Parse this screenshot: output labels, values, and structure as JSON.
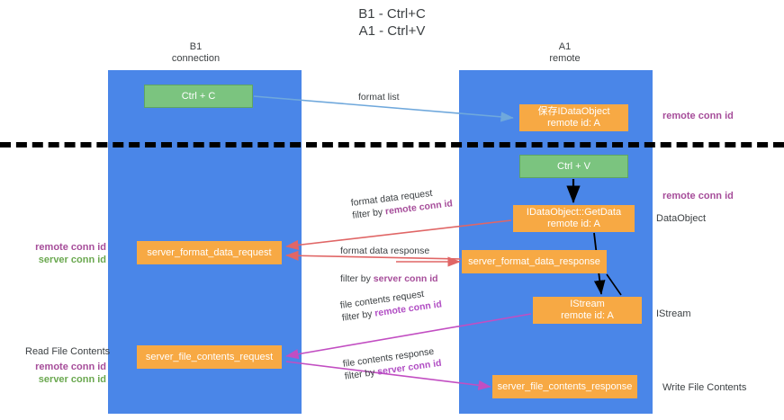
{
  "title": {
    "line1": "B1 - Ctrl+C",
    "line2": "A1 - Ctrl+V"
  },
  "columns": [
    {
      "id": "b1",
      "name": "B1",
      "role": "connection"
    },
    {
      "id": "a1",
      "name": "A1",
      "role": "remote"
    }
  ],
  "nodes": {
    "ctrl_c": {
      "line1": "Ctrl + C",
      "line2": "",
      "color": "#7bc47f"
    },
    "dataobject": {
      "line1": "保存IDataObject",
      "line2": "remote id: A",
      "color": "#f7a944"
    },
    "ctrl_v": {
      "line1": "Ctrl + V",
      "line2": "",
      "color": "#7bc47f"
    },
    "getdata": {
      "line1": "IDataObject::GetData",
      "line2": "remote id: A",
      "color": "#f7a944"
    },
    "server_format_data_request": {
      "line1": "server_format_data_request",
      "line2": "",
      "color": "#f7a944"
    },
    "server_format_data_response": {
      "line1": "server_format_data_response",
      "line2": "",
      "color": "#f7a944"
    },
    "istream": {
      "line1": "IStream",
      "line2": "remote id: A",
      "color": "#f7a944"
    },
    "server_file_contents_request": {
      "line1": "server_file_contents_request",
      "line2": "",
      "color": "#f7a944"
    },
    "server_file_contents_response": {
      "line1": "server_file_contents_response",
      "line2": "",
      "color": "#f7a944"
    }
  },
  "edge_labels": {
    "format_list": "format list",
    "format_data_request": "format data request",
    "format_data_request_filter_prefix": "filter by ",
    "format_data_request_filter_key": "remote conn id",
    "format_data_response": "format data response",
    "format_data_response_filter_prefix": "filter by ",
    "format_data_response_filter_key": "server conn id",
    "file_contents_request": "file contents request",
    "file_contents_request_filter_prefix": "filter by ",
    "file_contents_request_filter_key": "remote conn id",
    "file_contents_response": "file contents response",
    "file_contents_response_filter_prefix": "filter by ",
    "file_contents_response_filter_key": "server conn id"
  },
  "annotations": {
    "remote_conn_id_top": "remote conn id",
    "remote_conn_id_mid": "remote conn id",
    "dataobject": "DataObject",
    "istream": "IStream",
    "write_file_contents": "Write File Contents",
    "read_file_contents": "Read File Contents",
    "left_remote_conn_id_1": "remote conn id",
    "left_server_conn_id_1": "server conn id",
    "left_remote_conn_id_2": "remote conn id",
    "left_server_conn_id_2": "server conn id"
  },
  "colors": {
    "lane": "#4a86e8",
    "green_node": "#7bc47f",
    "orange_node": "#f7a944",
    "remote_key": "#a64d9a",
    "server_key_green": "#6aa84f",
    "arrow_blue": "#6fa8dc",
    "arrow_red": "#e06666",
    "arrow_magenta": "#c24ec2",
    "arrow_black": "#000000",
    "divider": "#000000"
  }
}
